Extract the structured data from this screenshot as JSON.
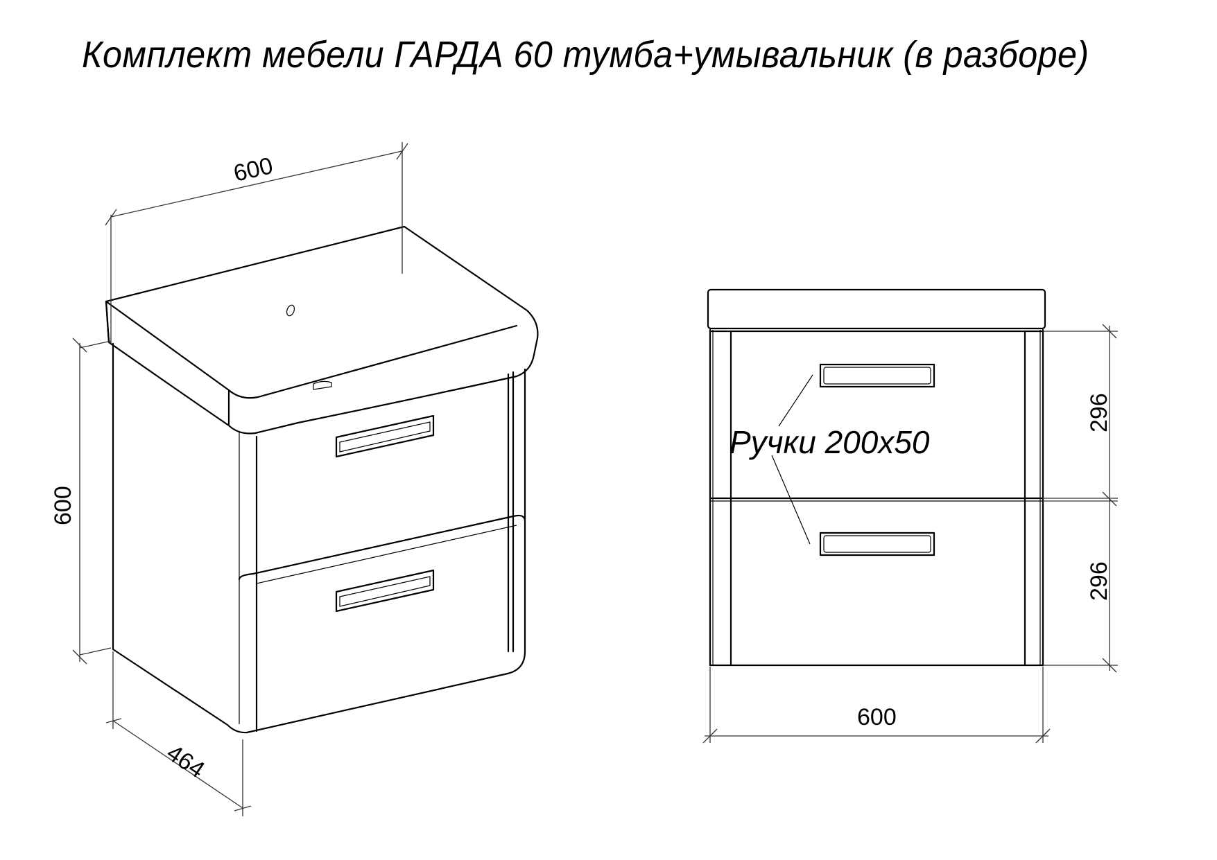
{
  "title": "Комплект мебели ГАРДА 60 тумба+умывальник (в разборе)",
  "iso_view": {
    "dimensions": {
      "width": "600",
      "height": "600",
      "depth": "464"
    }
  },
  "front_view": {
    "handle_label": "Ручки 200x50",
    "dimensions": {
      "upper_drawer_height": "296",
      "lower_drawer_height": "296",
      "width": "600"
    }
  }
}
